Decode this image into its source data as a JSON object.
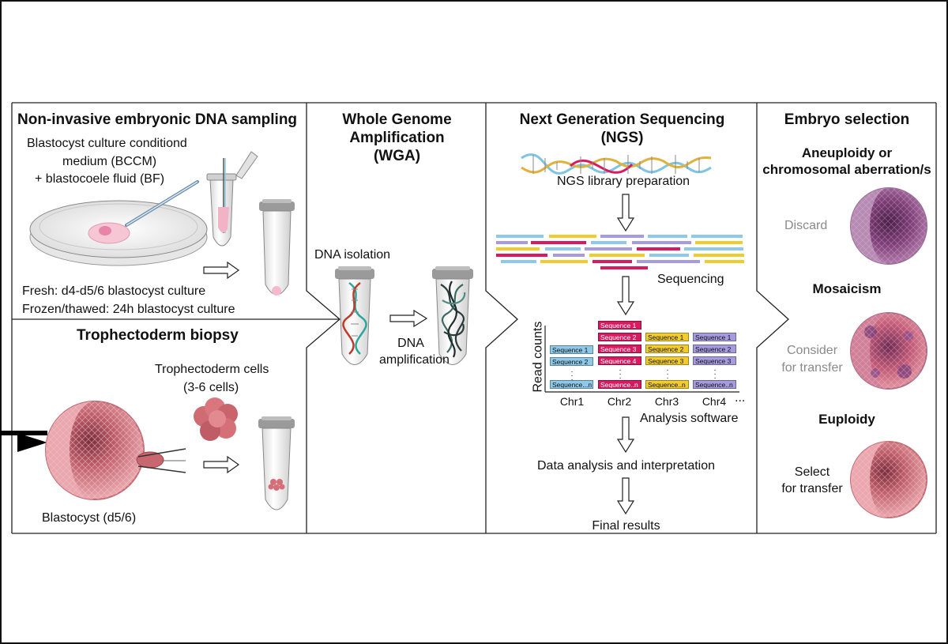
{
  "panels": {
    "sampling": {
      "title": "Non-invasive embryonic DNA sampling",
      "medium_line1": "Blastocyst culture conditiond",
      "medium_line2": "medium (BCCM)",
      "medium_line3": "+ blastocoele fluid (BF)",
      "fresh": "Fresh: d4-d5/6 blastocyst culture",
      "frozen": "Frozen/thawed: 24h blastocyst culture"
    },
    "biopsy": {
      "title": "Trophectoderm biopsy",
      "cells_line1": "Trophectoderm cells",
      "cells_line2": "(3-6 cells)",
      "blastocyst": "Blastocyst (d5/6)"
    },
    "wga": {
      "title_line1": "Whole Genome",
      "title_line2": "Amplification",
      "title_line3": "(WGA)",
      "isolation": "DNA isolation",
      "amp_line1": "DNA",
      "amp_line2": "amplification"
    },
    "ngs": {
      "title_line1": "Next Generation Sequencing",
      "title_line2": "(NGS)",
      "library": "NGS library preparation",
      "sequencing": "Sequencing",
      "ylabel": "Read counts",
      "chromosomes": [
        "Chr1",
        "Chr2",
        "Chr3",
        "Chr4"
      ],
      "more": "...",
      "software": "Analysis software",
      "analysis": "Data analysis and interpretation",
      "final": "Final results",
      "seq_labels": {
        "s1": "Sequence 1",
        "s2": "Sequence 2",
        "s3": "Sequence 3",
        "s4": "Sequence 4",
        "sn": "Sequence...n",
        "sn_alt": "Sequence..n"
      }
    },
    "selection": {
      "title": "Embryo selection",
      "aneu_line1": "Aneuploidy or",
      "aneu_line2": "chromosomal aberration/s",
      "discard": "Discard",
      "mosaic": "Mosaicism",
      "consider_line1": "Consider",
      "consider_line2": "for transfer",
      "euploidy": "Euploidy",
      "select_line1": "Select",
      "select_line2": "for transfer"
    }
  },
  "colors": {
    "blue": "#8ec9ea",
    "magenta": "#d81b60",
    "yellow": "#f2cc2e",
    "purple": "#a79be0",
    "embryo_pink": "#d98b92",
    "embryo_purple": "#8f4e8c"
  }
}
